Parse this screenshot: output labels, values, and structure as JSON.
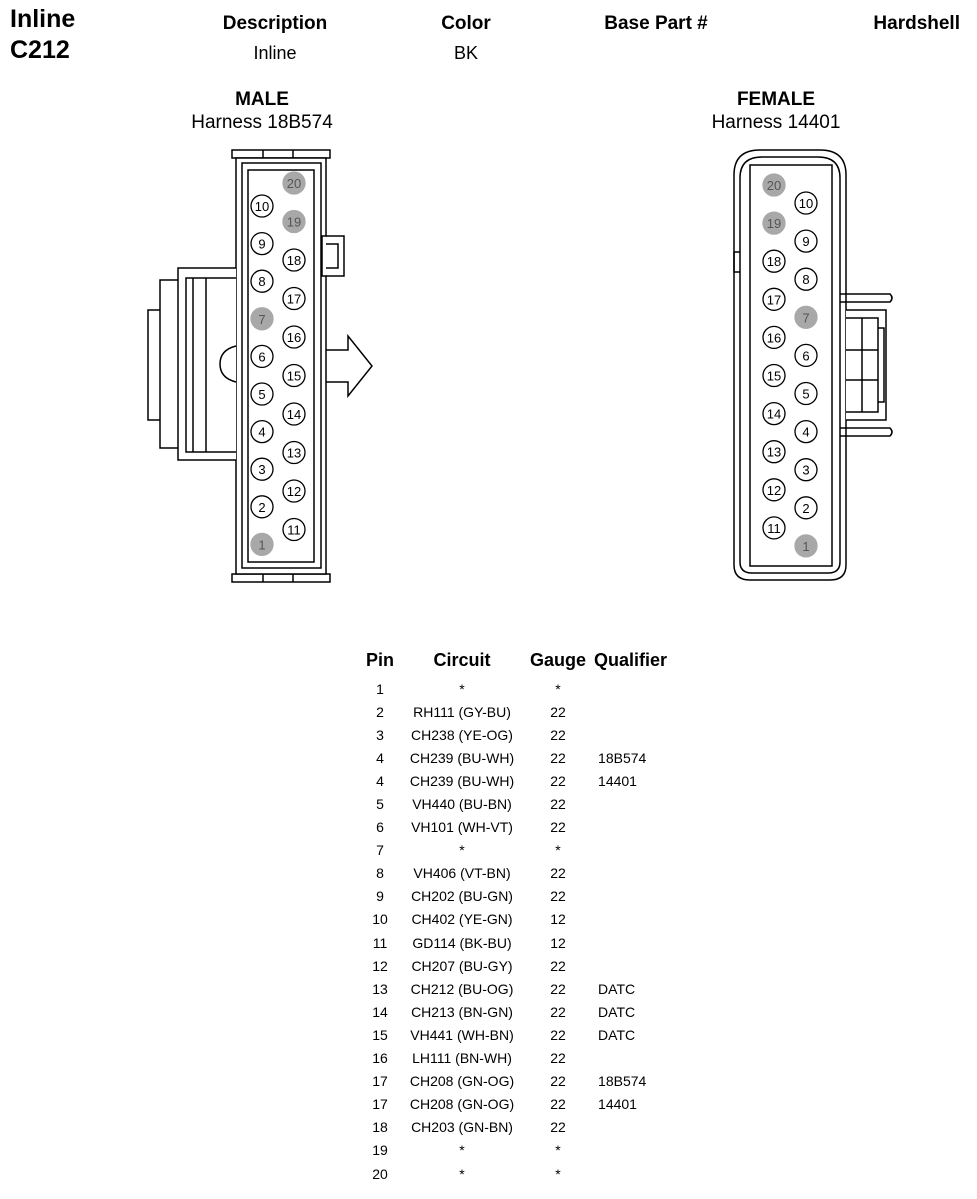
{
  "connector": {
    "type_line": "Inline",
    "id": "C212"
  },
  "header": {
    "labels": {
      "description": "Description",
      "color": "Color",
      "base_part": "Base Part #",
      "hardshell": "Hardshell"
    },
    "values": {
      "description": "Inline",
      "color": "BK",
      "base_part": "",
      "hardshell": ""
    }
  },
  "male": {
    "title": "MALE",
    "harness": "Harness 18B574",
    "left_column": [
      "10",
      "9",
      "8",
      "7",
      "6",
      "5",
      "4",
      "3",
      "2",
      "1"
    ],
    "right_column": [
      "20",
      "19",
      "18",
      "17",
      "16",
      "15",
      "14",
      "13",
      "12",
      "11"
    ]
  },
  "female": {
    "title": "FEMALE",
    "harness": "Harness 14401",
    "left_column": [
      "20",
      "19",
      "18",
      "17",
      "16",
      "15",
      "14",
      "13",
      "12",
      "11"
    ],
    "right_column": [
      "10",
      "9",
      "8",
      "7",
      "6",
      "5",
      "4",
      "3",
      "2",
      "1"
    ]
  },
  "unused_pins": [
    "1",
    "7",
    "19",
    "20"
  ],
  "colors": {
    "line": "#000000",
    "unused_pin_fill": "#a8a8a8",
    "used_pin_fill": "#ffffff"
  },
  "table": {
    "headers": [
      "Pin",
      "Circuit",
      "Gauge",
      "Qualifier"
    ],
    "rows": [
      [
        "1",
        "*",
        "*",
        ""
      ],
      [
        "2",
        "RH111 (GY-BU)",
        "22",
        ""
      ],
      [
        "3",
        "CH238 (YE-OG)",
        "22",
        ""
      ],
      [
        "4",
        "CH239 (BU-WH)",
        "22",
        "18B574"
      ],
      [
        "4",
        "CH239 (BU-WH)",
        "22",
        "14401"
      ],
      [
        "5",
        "VH440 (BU-BN)",
        "22",
        ""
      ],
      [
        "6",
        "VH101 (WH-VT)",
        "22",
        ""
      ],
      [
        "7",
        "*",
        "*",
        ""
      ],
      [
        "8",
        "VH406 (VT-BN)",
        "22",
        ""
      ],
      [
        "9",
        "CH202 (BU-GN)",
        "22",
        ""
      ],
      [
        "10",
        "CH402 (YE-GN)",
        "12",
        ""
      ],
      [
        "11",
        "GD114 (BK-BU)",
        "12",
        ""
      ],
      [
        "12",
        "CH207 (BU-GY)",
        "22",
        ""
      ],
      [
        "13",
        "CH212 (BU-OG)",
        "22",
        "DATC"
      ],
      [
        "14",
        "CH213 (BN-GN)",
        "22",
        "DATC"
      ],
      [
        "15",
        "VH441 (WH-BN)",
        "22",
        "DATC"
      ],
      [
        "16",
        "LH111 (BN-WH)",
        "22",
        ""
      ],
      [
        "17",
        "CH208 (GN-OG)",
        "22",
        "18B574"
      ],
      [
        "17",
        "CH208 (GN-OG)",
        "22",
        "14401"
      ],
      [
        "18",
        "CH203 (GN-BN)",
        "22",
        ""
      ],
      [
        "19",
        "*",
        "*",
        ""
      ],
      [
        "20",
        "*",
        "*",
        ""
      ]
    ]
  }
}
